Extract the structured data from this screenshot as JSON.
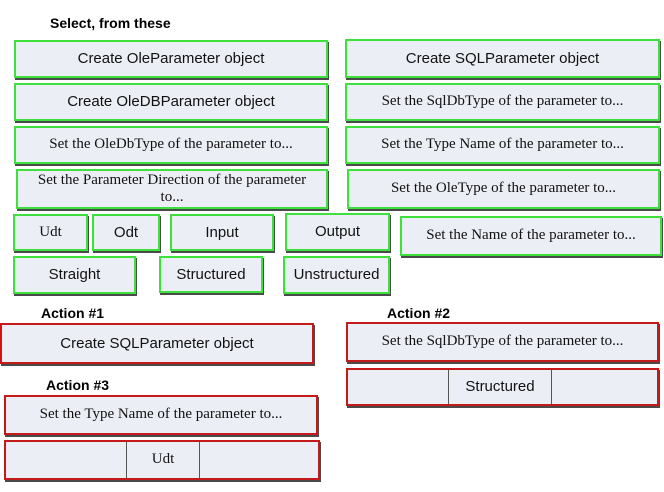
{
  "headings": {
    "select": "Select, from these",
    "action1": "Action #1",
    "action2": "Action #2",
    "action3": "Action #3"
  },
  "options": {
    "create_oleparameter": "Create OleParameter object",
    "create_sqlparameter": "Create SQLParameter object",
    "create_oledbparameter": "Create OleDBParameter object",
    "set_sqldbtype": "Set the SqlDbType of the parameter to...",
    "set_oledbtype": "Set the OleDbType of the parameter to...",
    "set_typename": "Set the Type Name of the parameter to...",
    "set_direction": "Set the Parameter Direction of the parameter to...",
    "set_oletype": "Set the OleType of the parameter to...",
    "udt": "Udt",
    "odt": "Odt",
    "input": "Input",
    "output": "Output",
    "set_name": "Set the Name of the parameter to...",
    "straight": "Straight",
    "structured": "Structured",
    "unstructured": "Unstructured"
  },
  "answers": {
    "action1_1": "Create SQLParameter object",
    "action2_1": "Set the SqlDbType of the parameter to...",
    "action2_2": "Structured",
    "action3_1": "Set the Type Name of the parameter to...",
    "action3_2": "Udt"
  },
  "colors": {
    "option_border": "#3ee03e",
    "answer_border": "#c41a1a",
    "tile_fill": "#eceef6"
  }
}
